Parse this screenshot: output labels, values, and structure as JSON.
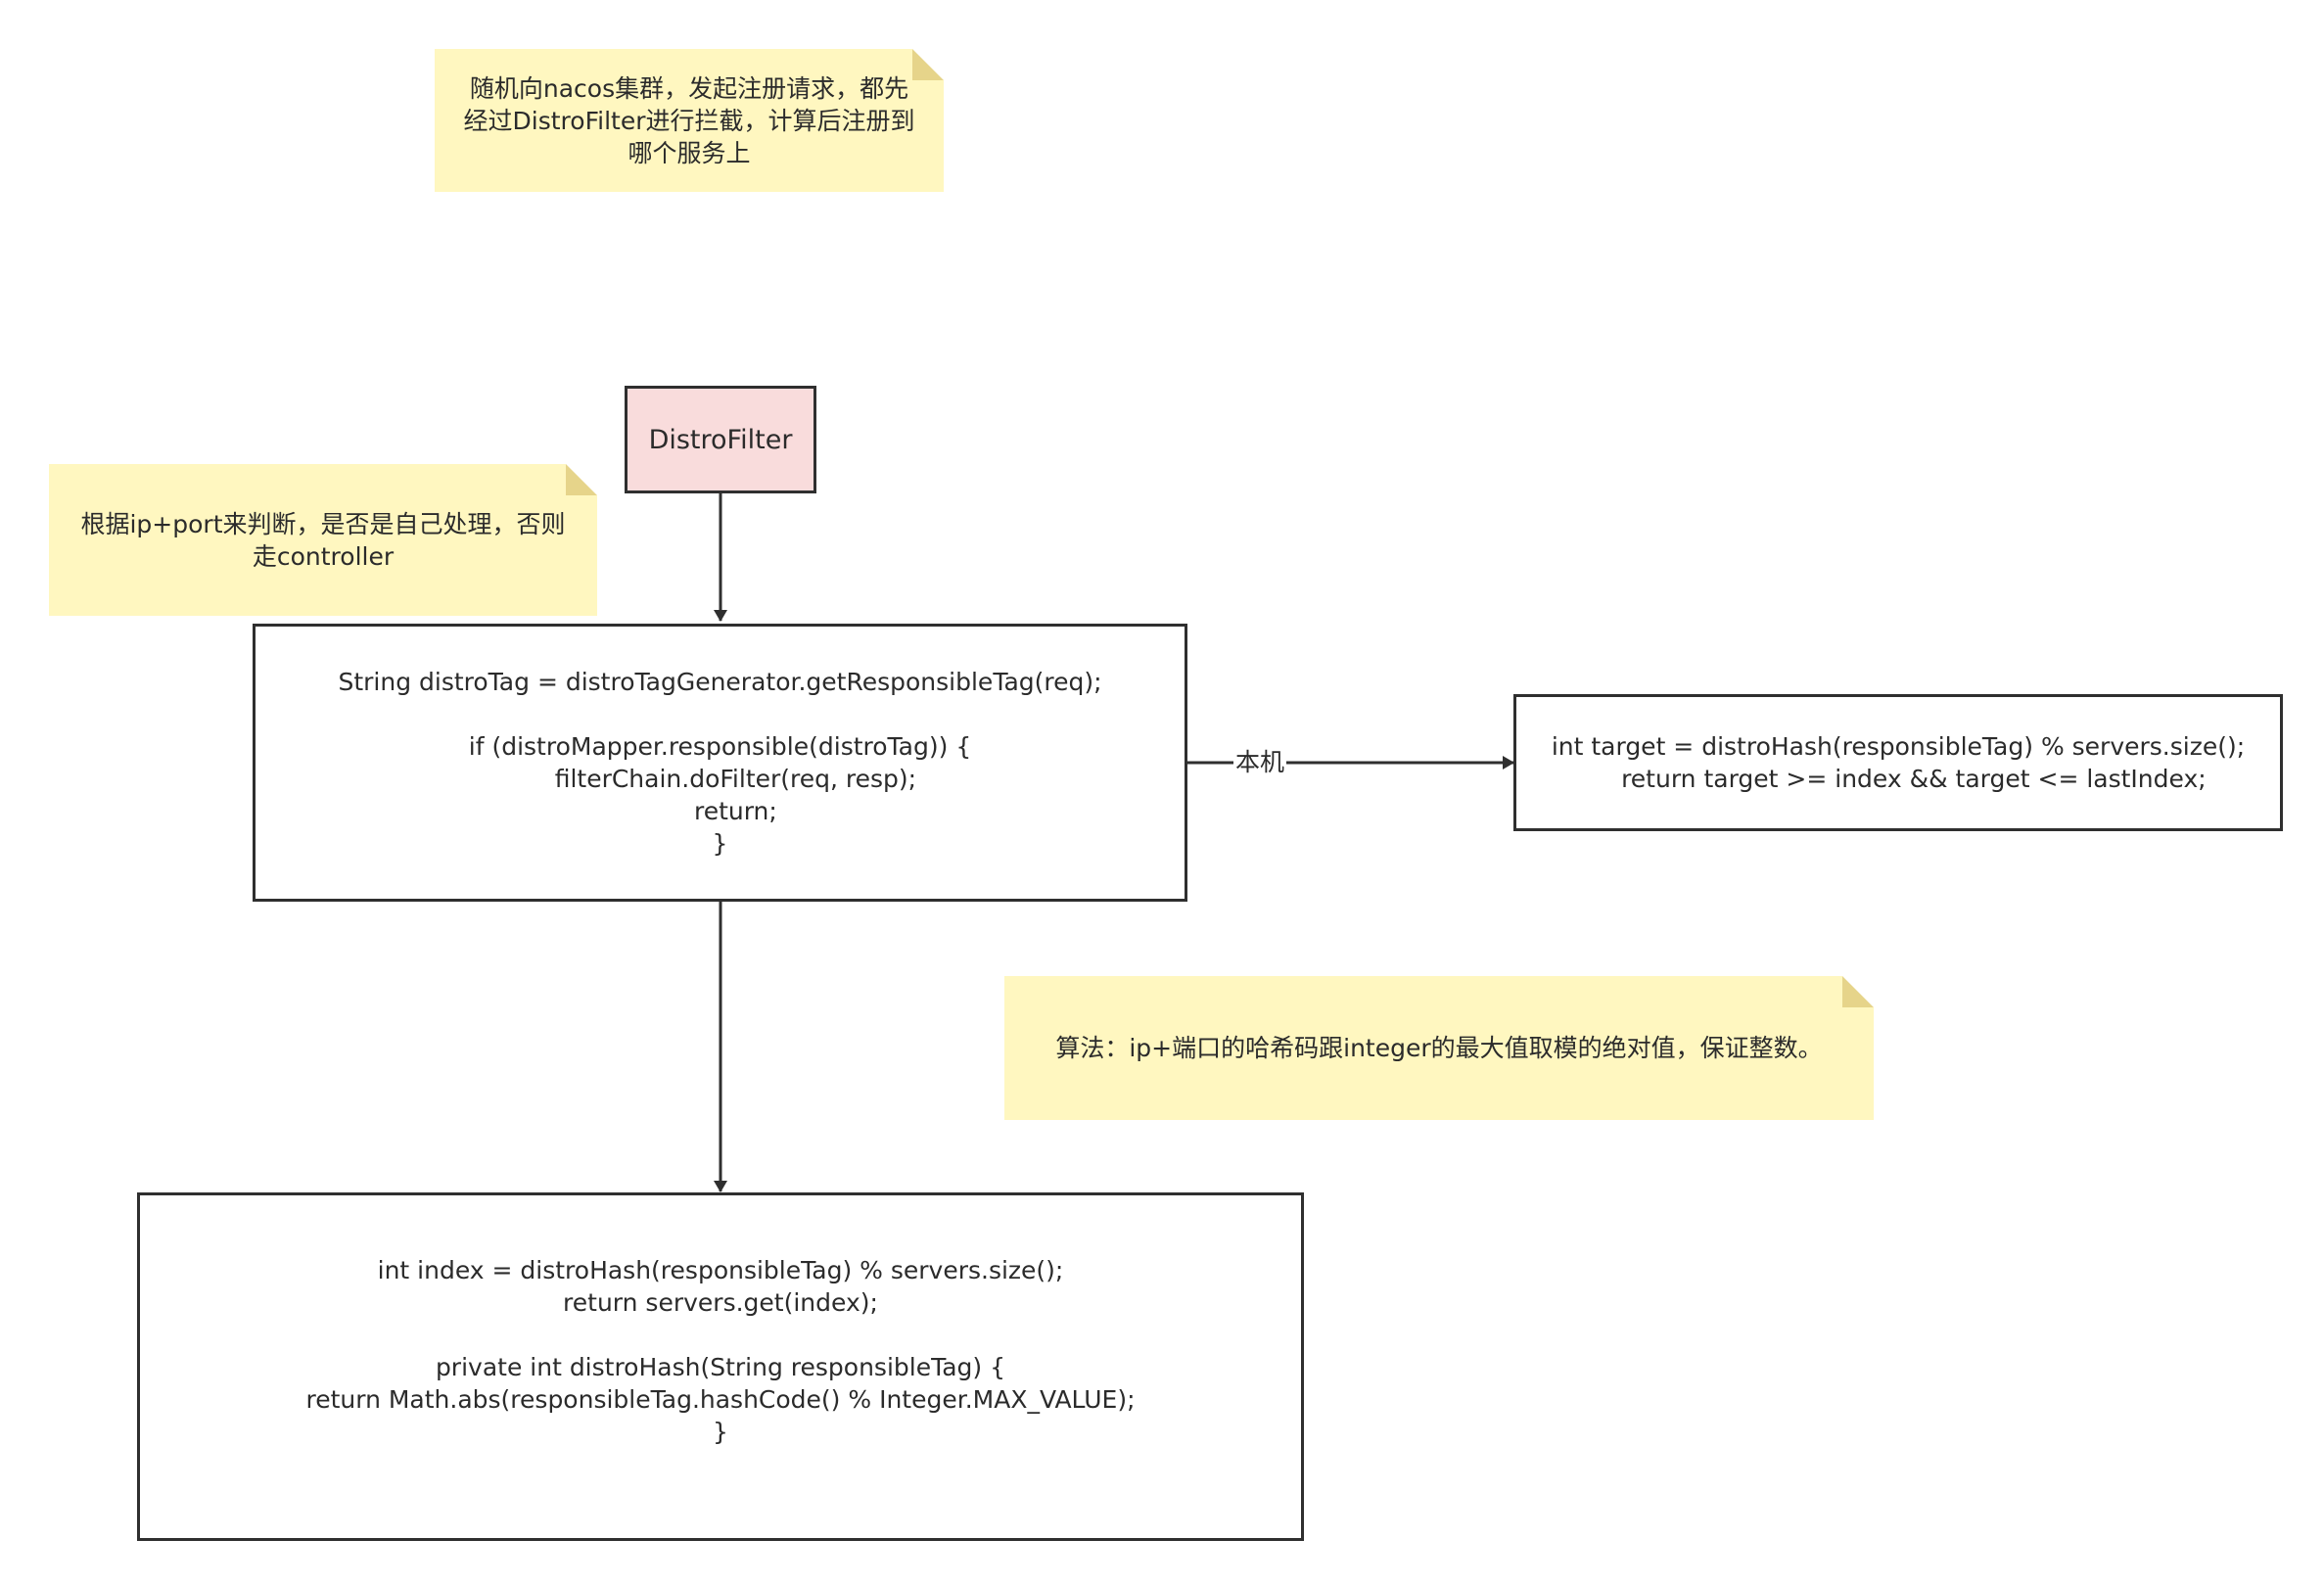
{
  "notes": {
    "cluster_note": "随机向nacos集群，发起注册请求，都先\n经过DistroFilter进行拦截，计算后注册到\n哪个服务上",
    "judge_note": "根据ip+port来判断，是否是自己处理，否则\n走controller",
    "algorithm_note": "算法：ip+端口的哈希码跟integer的最大值取模的绝对值，保证整数。"
  },
  "nodes": {
    "distro_filter": "DistroFilter",
    "responsible_check": "String distroTag = distroTagGenerator.getResponsibleTag(req);\n\nif (distroMapper.responsible(distroTag)) {\n    filterChain.doFilter(req, resp);\n    return;\n}",
    "responsible_impl": "int target = distroHash(responsibleTag) % servers.size();\n    return target >= index && target <= lastIndex;",
    "server_select": "int index = distroHash(responsibleTag) % servers.size();\nreturn servers.get(index);\n\nprivate int distroHash(String responsibleTag) {\nreturn Math.abs(responsibleTag.hashCode() % Integer.MAX_VALUE);\n}\n\n"
  },
  "edges": {
    "local_label": "本机"
  },
  "colors": {
    "note_fill": "#fff7c0",
    "note_fold": "#e6d48a",
    "filter_fill": "#f9dcdc",
    "stroke": "#2f2f2f"
  }
}
